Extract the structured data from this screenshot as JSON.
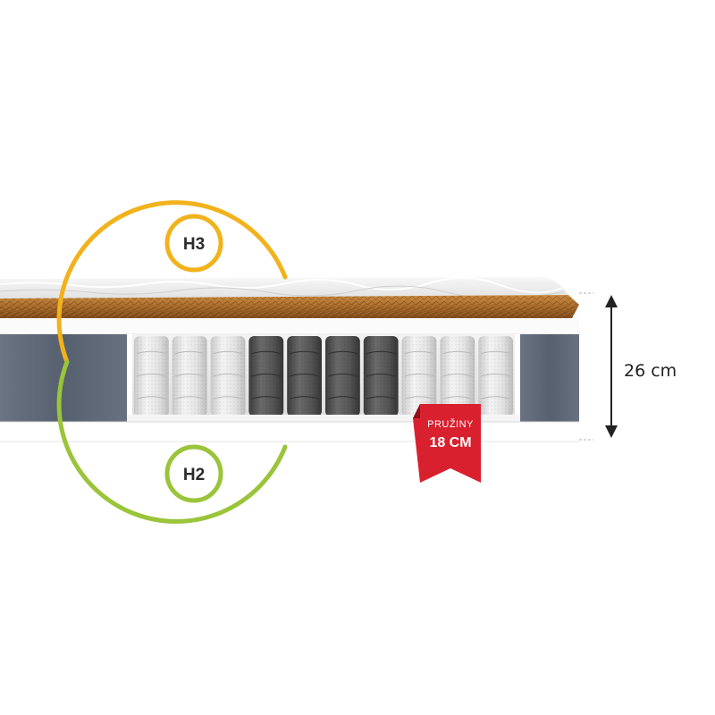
{
  "firmness": {
    "top_side": "H3",
    "bottom_side": "H2"
  },
  "dimension": {
    "height_label": "26 cm"
  },
  "badge": {
    "line1": "PRUŽINY",
    "line2": "18 CM",
    "color": "#d8202e"
  },
  "colors": {
    "h3_ring": "#f2b21c",
    "h2_ring": "#9ac43a",
    "coconut": "#a5682a",
    "side_panel": "#5d6675",
    "pocket_light": "#e6e6e6",
    "pocket_dark": "#4e4e4e"
  },
  "springs": {
    "count": 10,
    "shades": [
      "light",
      "light",
      "light",
      "dark",
      "dark",
      "dark",
      "dark",
      "light",
      "light",
      "light"
    ]
  },
  "icons": {
    "height_arrow": "double-vertical-arrow-icon",
    "badge": "ribbon-badge-icon"
  }
}
